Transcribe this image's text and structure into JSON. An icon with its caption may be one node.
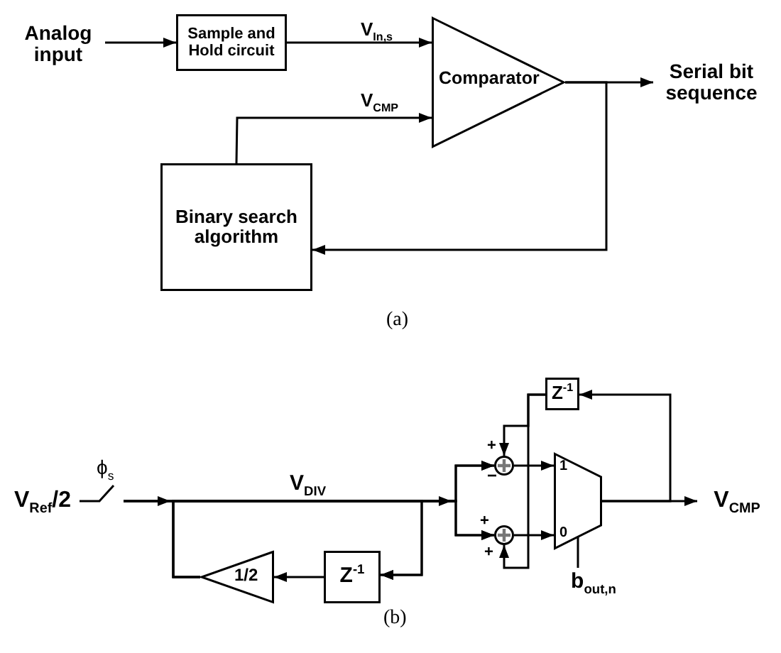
{
  "diagram": {
    "nodes": [
      {
        "text": [
          "Analog input"
        ]
      },
      {
        "text": [
          "Sample and Hold circuit"
        ]
      },
      {
        "text": [
          "Comparator"
        ]
      },
      {
        "text": [
          "Serial bit sequence"
        ]
      },
      {
        "text": [
          "Binary search algorithm"
        ]
      },
      {
        "text": [
          "V$_{Ref}$/2"
        ]
      },
      {
        "text": [],
        "shape": "switch",
        "beside": [
          "ϕ$_{s}$"
        ]
      },
      {
        "text": [
          "1/2"
        ]
      },
      {
        "text": [
          "Z$^{-1}$"
        ]
      },
      {
        "text": [],
        "shape": "circle"
      },
      {
        "text": [],
        "shape": "circle"
      },
      {
        "text": [
          "Z$^{-1}$"
        ]
      },
      {
        "text": [
          "1",
          "0"
        ]
      },
      {
        "text": [
          "V$_{CMP}$"
        ]
      },
      {
        "text": [
          "b$_{out,n}$"
        ]
      }
    ],
    "edges": [
      {
        "from": 0,
        "to": 1,
        "arrow": "to"
      },
      {
        "from": 1,
        "to": 2,
        "arrow": "to",
        "label": "V$_{In,s}$"
      },
      {
        "from": 4,
        "to": 2,
        "arrow": "to",
        "label": "V$_{CMP}$"
      },
      {
        "from": 2,
        "to": 3,
        "arrow": "to"
      },
      {
        "from": 2,
        "to": 4,
        "arrow": "to"
      },
      {
        "from": 5,
        "to": 6,
        "arrow": "none"
      },
      {
        "from": 6,
        "to": 9,
        "arrow": "to",
        "label": "V$_{DIV}$"
      },
      {
        "from": 6,
        "to": 10,
        "arrow": "to"
      },
      {
        "from": 6,
        "to": 8,
        "arrow": "to"
      },
      {
        "from": 7,
        "to": 9,
        "arrow": "to"
      },
      {
        "from": 7,
        "to": 10,
        "arrow": "to"
      },
      {
        "from": 7,
        "to": 8,
        "arrow": "to"
      },
      {
        "from": 8,
        "to": 7,
        "arrow": "to"
      },
      {
        "from": 11,
        "to": 9,
        "arrow": "to"
      },
      {
        "from": 11,
        "to": 10,
        "arrow": "to"
      },
      {
        "from": 9,
        "to": 12,
        "arrow": "to"
      },
      {
        "from": 10,
        "to": 12,
        "arrow": "to"
      },
      {
        "from": 12,
        "to": 13,
        "arrow": "to"
      },
      {
        "from": 12,
        "to": 11,
        "arrow": "to"
      },
      {
        "from": 14,
        "to": 12,
        "arrow": "none"
      }
    ],
    "labels": [
      "(a)",
      "+",
      "−",
      "+",
      "+",
      "(b)"
    ]
  }
}
